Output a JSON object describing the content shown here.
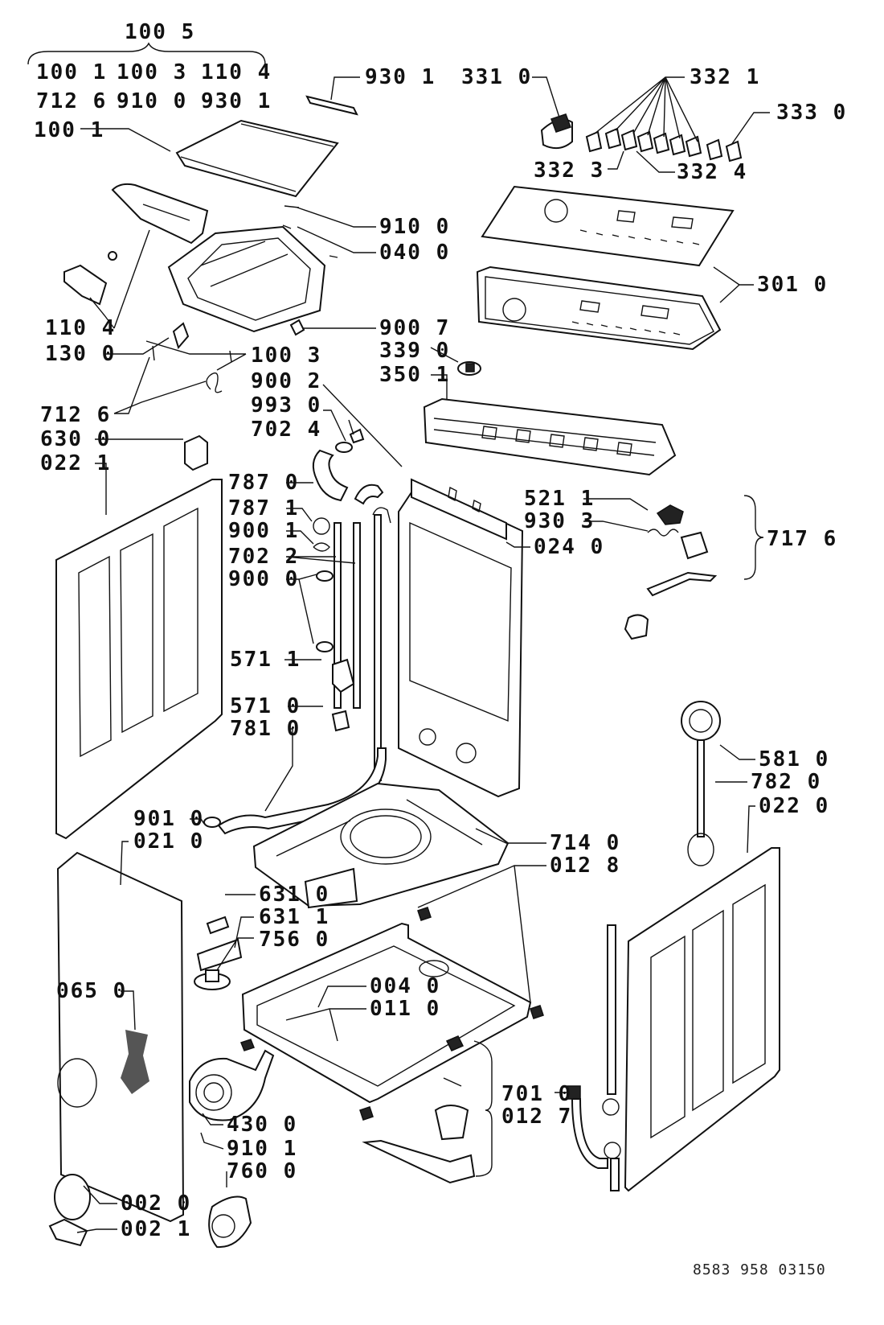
{
  "group_labels": {
    "top_group_title": "100 5",
    "top_group_items": [
      "100 1",
      "100 3",
      "110 4",
      "712 6",
      "910 0",
      "930 1"
    ],
    "right_bracket_label": "717 6"
  },
  "labels": {
    "l_930_1_top": "930 1",
    "l_331_0": "331 0",
    "l_332_1": "332 1",
    "l_333_0": "333 0",
    "l_100_1": "100 1",
    "l_332_3": "332 3",
    "l_332_4": "332 4",
    "l_910_0": "910 0",
    "l_040_0": "040 0",
    "l_301_0": "301 0",
    "l_110_4": "110 4",
    "l_130_0": "130 0",
    "l_900_7": "900 7",
    "l_339_0": "339 0",
    "l_100_3": "100 3",
    "l_350_1": "350 1",
    "l_900_2": "900 2",
    "l_993_0": "993 0",
    "l_712_6": "712 6",
    "l_702_4": "702 4",
    "l_630_0": "630 0",
    "l_022_1": "022 1",
    "l_787_0": "787 0",
    "l_521_1": "521 1",
    "l_787_1": "787 1",
    "l_930_3": "930 3",
    "l_900_1": "900 1",
    "l_024_0": "024 0",
    "l_702_2": "702 2",
    "l_900_0": "900 0",
    "l_571_1": "571 1",
    "l_571_0": "571 0",
    "l_781_0": "781 0",
    "l_581_0": "581 0",
    "l_782_0": "782 0",
    "l_022_0": "022 0",
    "l_901_0": "901 0",
    "l_021_0": "021 0",
    "l_714_0": "714 0",
    "l_012_8": "012 8",
    "l_631_0": "631 0",
    "l_631_1": "631 1",
    "l_756_0": "756 0",
    "l_065_0": "065 0",
    "l_004_0": "004 0",
    "l_011_0": "011 0",
    "l_701_0": "701 0",
    "l_012_7": "012 7",
    "l_430_0": "430 0",
    "l_910_1": "910 1",
    "l_760_0": "760 0",
    "l_002_0": "002 0",
    "l_002_1": "002 1"
  },
  "reference_number": "8583 958 03150"
}
